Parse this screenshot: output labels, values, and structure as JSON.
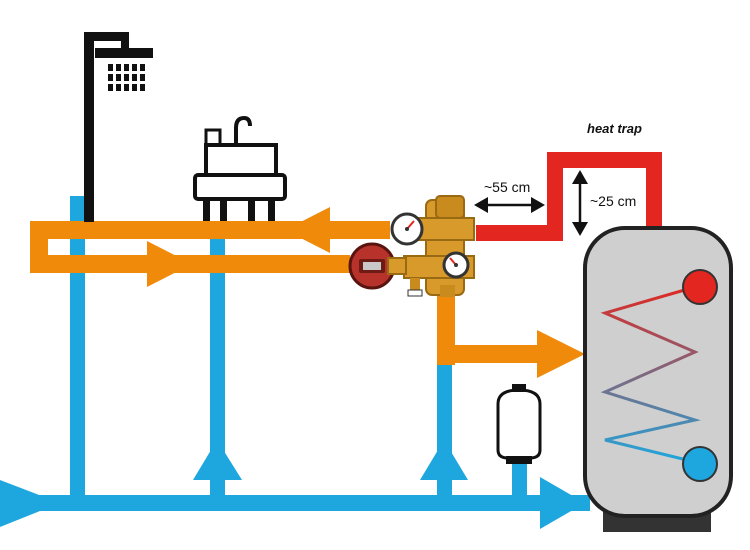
{
  "labels": {
    "heat_trap": "heat trap",
    "horizontal_distance": "~55 cm",
    "vertical_distance": "~25 cm"
  },
  "colors": {
    "cold_water": "#1EA7DE",
    "hot_water": "#F08A0A",
    "heat_trap_pipe": "#E3261F",
    "tank_body": "#CFCFCF",
    "tank_outline": "#222222",
    "hot_coil_port": "#E3261F",
    "cold_coil_port": "#1EA7DE",
    "brass": "#D79A2B",
    "fixture": "#111111"
  },
  "icons": {
    "shower": "shower-icon",
    "sink": "sink-icon",
    "mixing_valve": "thermostatic-mixing-valve-icon",
    "pump": "circulation-pump-icon",
    "expansion_vessel": "expansion-vessel-icon",
    "water_heater": "hot-water-cylinder-icon"
  }
}
